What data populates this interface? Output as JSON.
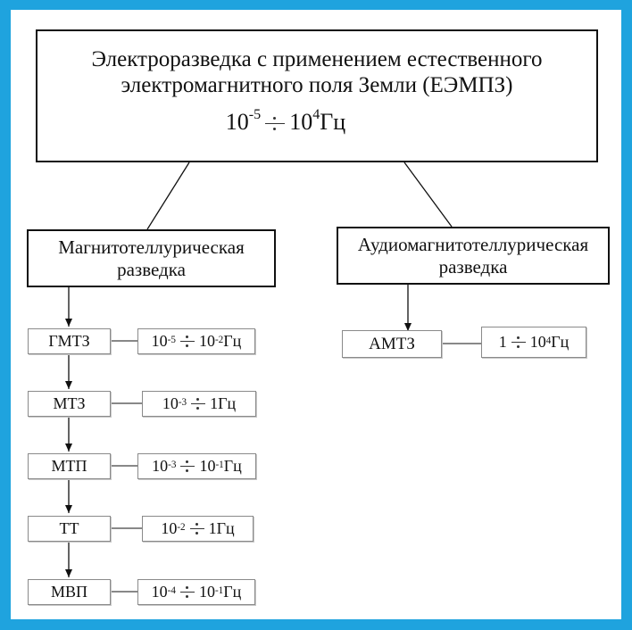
{
  "root": {
    "line1": "Электроразведка  с применением  естественного",
    "line2": "электромагнитного поля Земли (ЕЭМПЗ)",
    "freq_from_base": "10",
    "freq_from_exp": "-5",
    "freq_to_base": "10",
    "freq_to_exp": "4",
    "freq_unit": "Гц"
  },
  "magnetotelluric": {
    "line1": "Магнитотеллурическая",
    "line2": "разведка",
    "methods": [
      {
        "name": "ГМТЗ",
        "from_base": "10",
        "from_exp": "-5",
        "to_base": "10",
        "to_exp": "-2",
        "unit": "Гц"
      },
      {
        "name": "МТЗ",
        "from_base": "10",
        "from_exp": "-3",
        "to_base": "1",
        "to_exp": "",
        "unit": "Гц"
      },
      {
        "name": "МТП",
        "from_base": "10",
        "from_exp": "-3",
        "to_base": "10",
        "to_exp": "-1",
        "unit": "Гц"
      },
      {
        "name": "ТТ",
        "from_base": "10",
        "from_exp": "-2",
        "to_base": "1",
        "to_exp": "",
        "unit": "Гц"
      },
      {
        "name": "МВП",
        "from_base": "10",
        "from_exp": "-4",
        "to_base": "10",
        "to_exp": "-1",
        "unit": "Гц"
      }
    ]
  },
  "audiomagnetotelluric": {
    "line1": "Аудиомагнитотеллурическая",
    "line2": "разведка",
    "methods": [
      {
        "name": "АМТЗ",
        "from_base": "1",
        "from_exp": "",
        "to_base": "10",
        "to_exp": "4",
        "unit": "Гц"
      }
    ]
  }
}
